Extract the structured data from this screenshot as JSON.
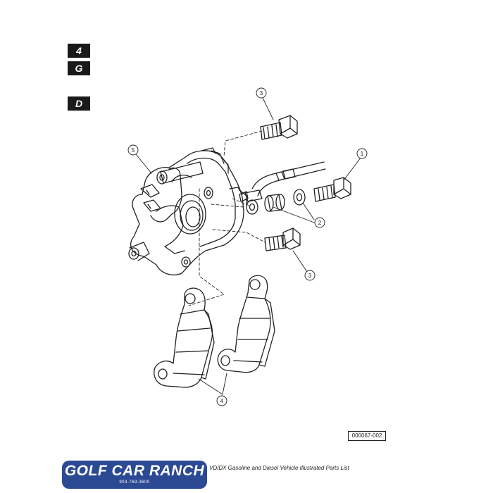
{
  "section_tabs": [
    "4",
    "G",
    "D"
  ],
  "callouts": [
    {
      "id": "callout-3-top",
      "label": "3"
    },
    {
      "id": "callout-5",
      "label": "5"
    },
    {
      "id": "callout-1",
      "label": "1"
    },
    {
      "id": "callout-2",
      "label": "2"
    },
    {
      "id": "callout-3-bottom",
      "label": "3"
    },
    {
      "id": "callout-4",
      "label": "4"
    }
  ],
  "figure_id": "000067-002",
  "logo": {
    "main": "GOLF CAR RANCH",
    "phone": "903-769-3600",
    "color": "#2c4a93"
  },
  "footer_text": "VD/DX Gasoline and Diesel Vehicle Illustrated Parts List"
}
